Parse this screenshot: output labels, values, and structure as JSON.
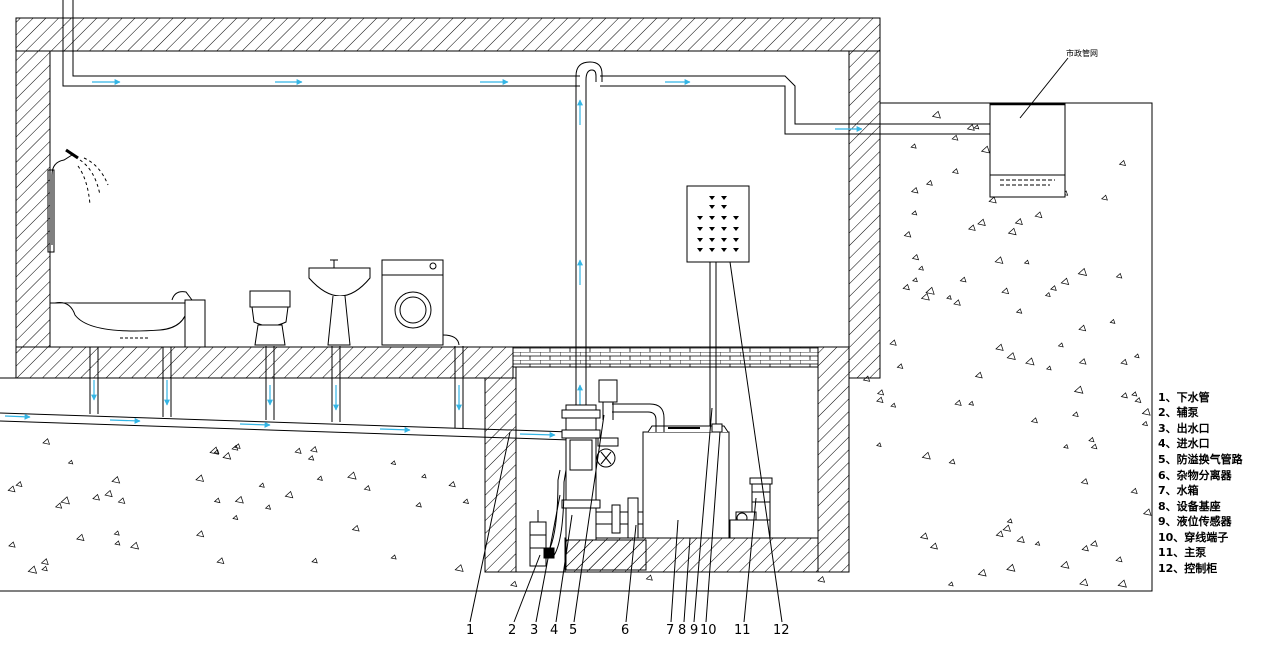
{
  "diagram": {
    "network_label": "市政管网",
    "legend": [
      "1、下水管",
      "2、辅泵",
      "3、出水口",
      "4、进水口",
      "5、防溢换气管路",
      "6、杂物分离器",
      "7、水箱",
      "8、设备基座",
      "9、液位传感器",
      "10、穿线端子",
      "11、主泵",
      "12、控制柜"
    ],
    "callouts": [
      "1",
      "2",
      "3",
      "4",
      "5",
      "6",
      "7",
      "8",
      "9",
      "10",
      "11",
      "12"
    ],
    "colors": {
      "line": "#000000",
      "flow": "#33b5e5",
      "concrete": "#ffffff"
    }
  }
}
